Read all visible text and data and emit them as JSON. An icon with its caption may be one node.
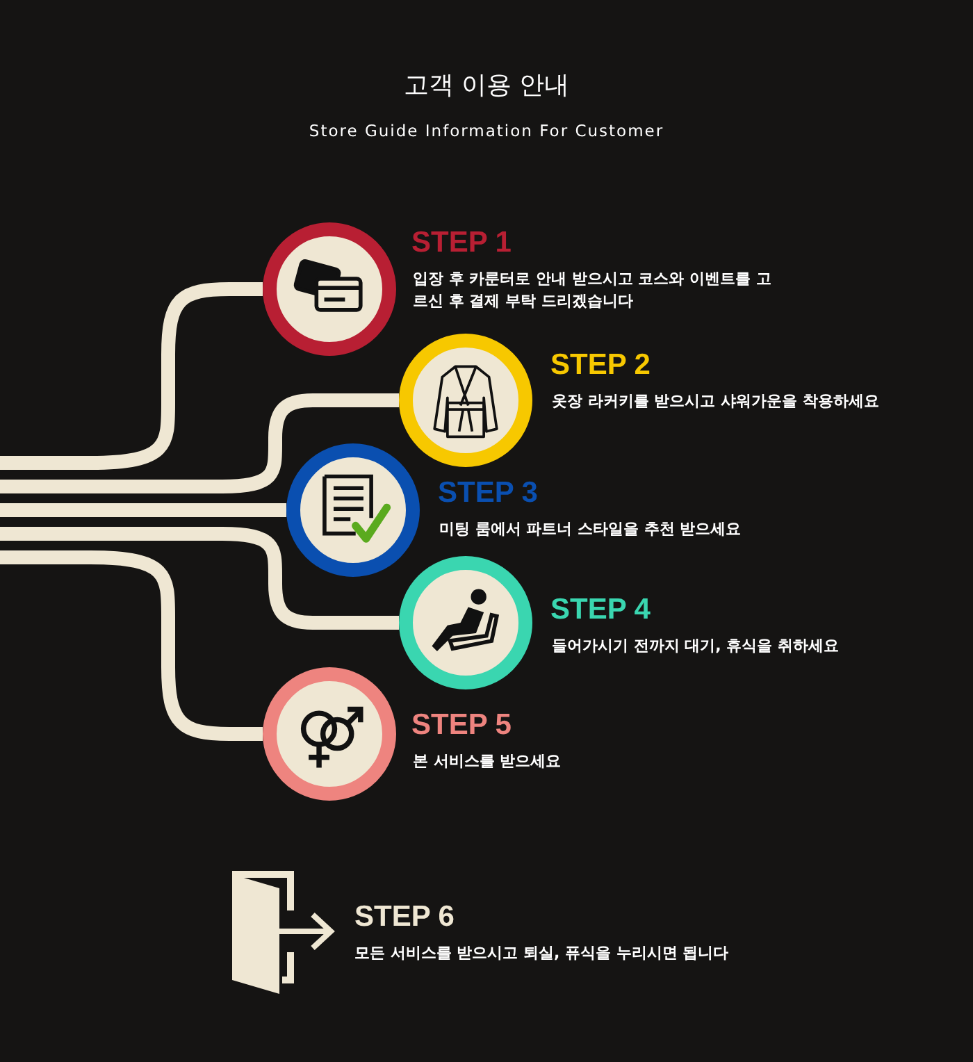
{
  "diagram": {
    "title": "고객 이용 안내",
    "nodes": [
      {
        "text": [],
        "shape": "circle",
        "beside": [
          "STEP 1",
          "입장 후 카룬터로 안내 받으시고 코스와 이벤트를 고르신 후 결제 부탁 드리겠습니다"
        ]
      },
      {
        "text": [],
        "shape": "circle",
        "beside": [
          "STEP 2",
          "옷장 라커키를 받으시고 샤워가운을 착용하세요"
        ]
      },
      {
        "text": [],
        "shape": "circle",
        "beside": [
          "STEP 3",
          "미팅 룸에서 파트너 스타일을 추천 받으세요"
        ]
      },
      {
        "text": [],
        "shape": "circle",
        "beside": [
          "STEP 4",
          "들어가시기 전까지 대기, 휴식을 취하세요"
        ]
      },
      {
        "text": [],
        "shape": "circle",
        "beside": [
          "STEP 5",
          "본 서비스를 받으세요"
        ]
      }
    ],
    "edges": [
      {
        "from": null,
        "to": 0,
        "arrow": "none"
      },
      {
        "from": null,
        "to": 1,
        "arrow": "none"
      },
      {
        "from": null,
        "to": 2,
        "arrow": "none"
      },
      {
        "from": null,
        "to": 3,
        "arrow": "none"
      },
      {
        "from": null,
        "to": 4,
        "arrow": "none"
      }
    ],
    "labels": [
      "Store Guide Information For Customer",
      "STEP 6",
      "모든 서비스를 받으시고 퇴실, 퓨식을 누리시면 됩니다"
    ]
  }
}
